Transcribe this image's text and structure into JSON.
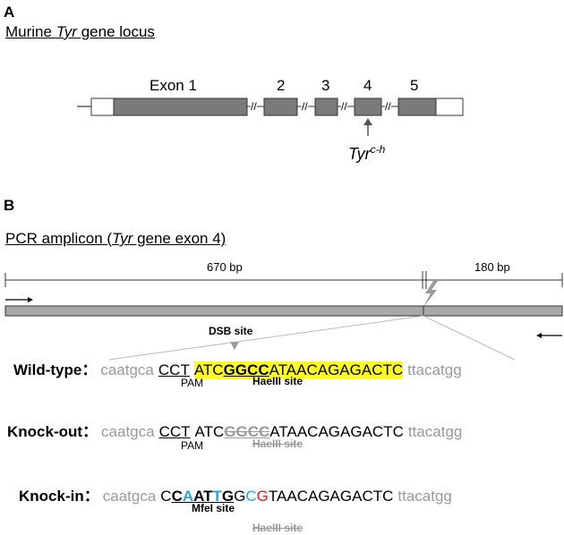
{
  "panelA": {
    "label": "A",
    "title_prefix": "Murine ",
    "title_gene": "Tyr",
    "title_suffix": " gene locus",
    "exons": [
      "Exon 1",
      "2",
      "3",
      "4",
      "5"
    ],
    "break_mark": "//",
    "allele_gene": "Tyr",
    "allele_sup": "c-h"
  },
  "panelB": {
    "label": "B",
    "title_prefix": "PCR amplicon (",
    "title_gene": "Tyr",
    "title_suffix": " gene exon 4)",
    "len_left": "670 bp",
    "len_right": "180 bp",
    "dsb_label": "DSB site"
  },
  "sequences": {
    "wildtype": {
      "label": "Wild-type",
      "colon": "：",
      "flank_left": "caatgca",
      "pam": "CCT",
      "pre": "ATC",
      "site": "GGCC",
      "post": "ATAACAGAGACTC",
      "flank_right": "ttacatgg",
      "pam_label": "PAM",
      "site_label": "HaeIII site"
    },
    "knockout": {
      "label": "Knock-out",
      "colon": "：",
      "flank_left": "caatgca",
      "pam": "CCT",
      "pre": "ATC",
      "site": "GGCC",
      "post": "ATAACAGAGACTC",
      "flank_right": "ttacatgg",
      "pam_label": "PAM",
      "site_label": "HaeIII site"
    },
    "knockin": {
      "label": "Knock-in",
      "colon": "：",
      "flank_left": "caatgca",
      "c1": "C",
      "u1": "C",
      "u2": "A",
      "u3": "AT",
      "u4": "T",
      "u5": "G",
      "g1": "G",
      "g2": "C",
      "g3": "G",
      "post": "TAACAGAGACTC",
      "flank_right": "ttacatgg",
      "mfe_label": "MfeI site",
      "hae_label": "HaeIII site"
    }
  },
  "colors": {
    "exon": "#7a7a7a",
    "bar": "#a8a8a8",
    "highlight": "#ffff22",
    "blue": "#27a3d6",
    "red": "#e01919"
  }
}
